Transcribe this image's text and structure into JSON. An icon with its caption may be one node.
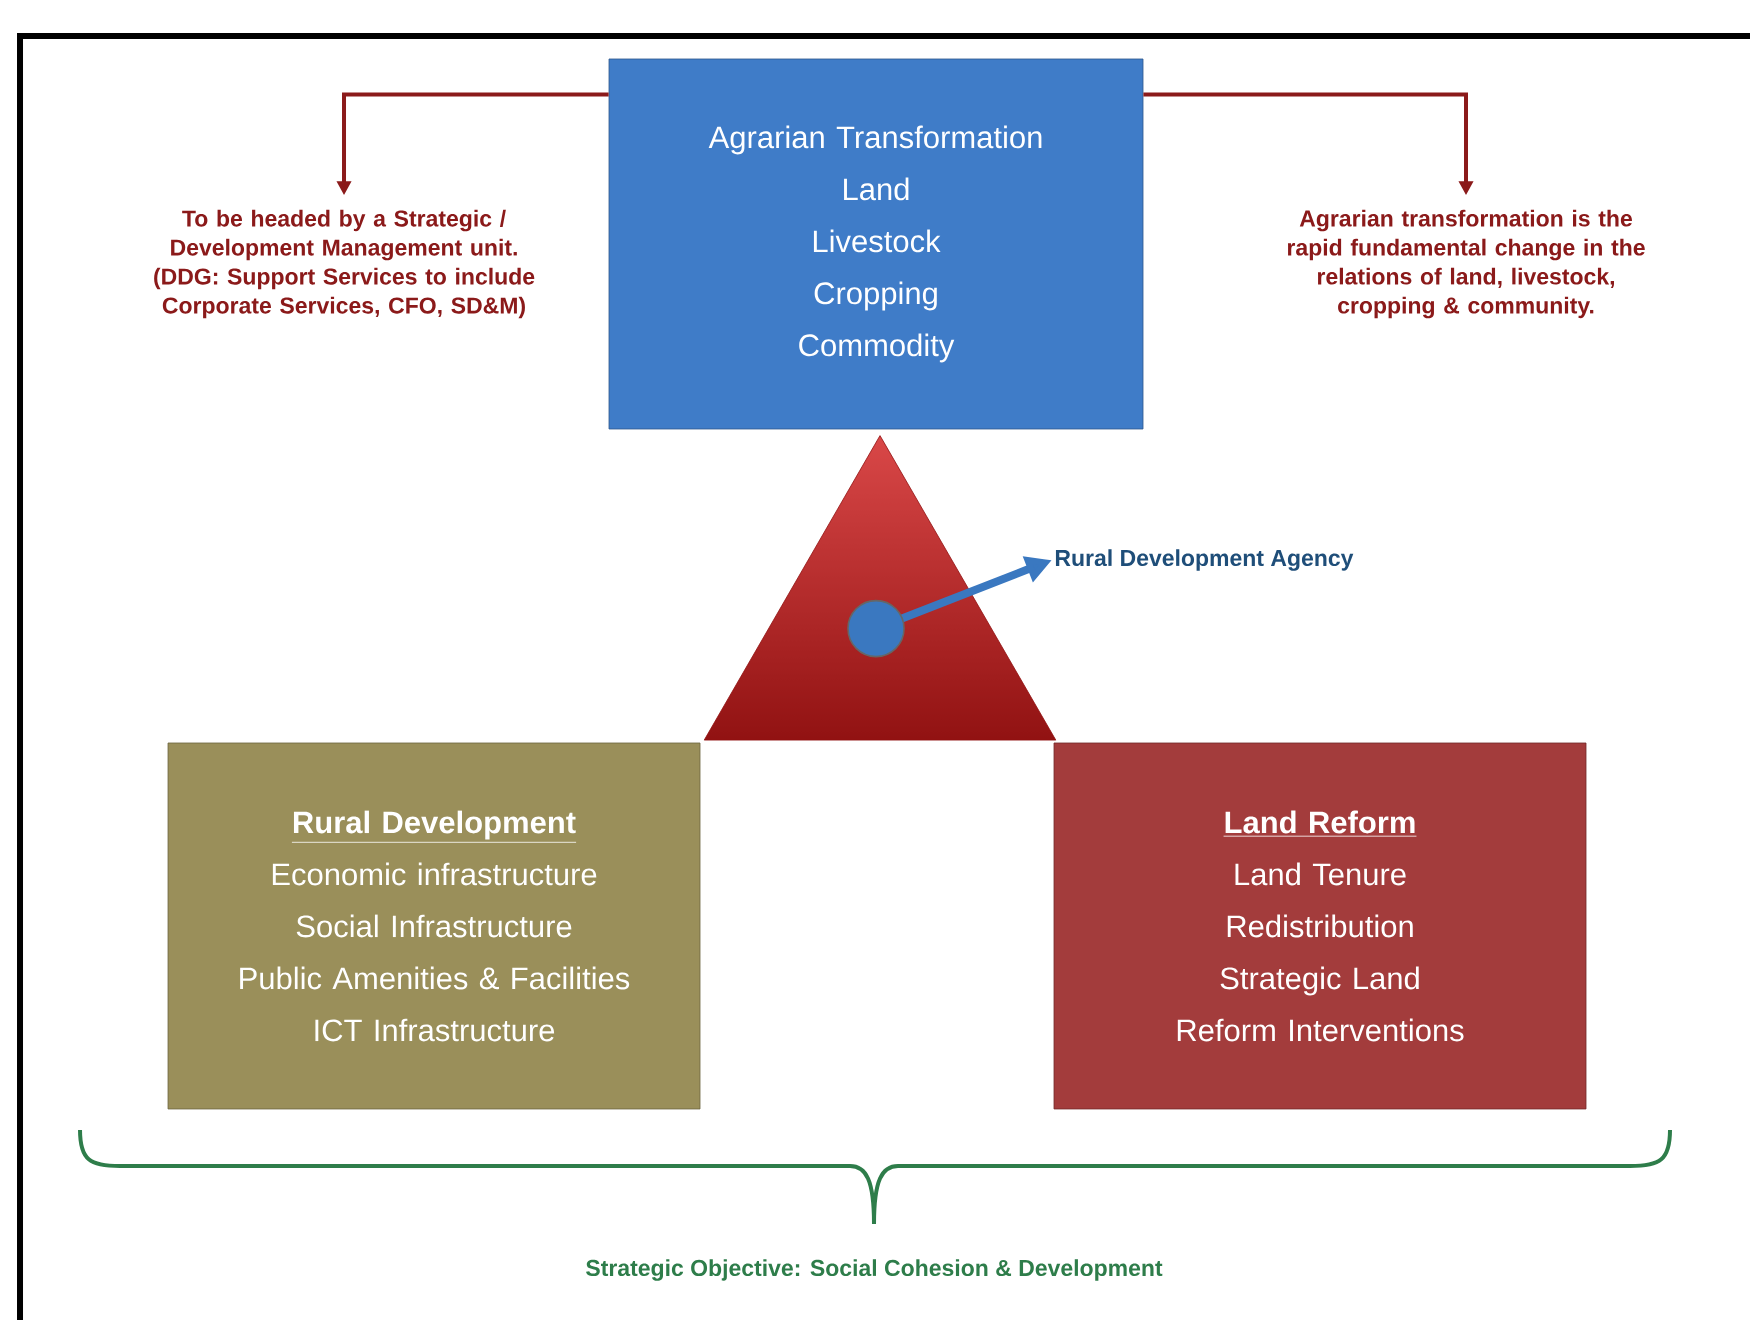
{
  "diagram": {
    "nodes": [
      {
        "text": [
          "Agrarian Transformation",
          "Land",
          "Livestock",
          "Cropping",
          "Commodity"
        ]
      },
      {
        "text": [
          "To be headed by a Strategic / Development Management unit. (DDG: Support Services to include Corporate Services, CFO, SD&M)"
        ]
      },
      {
        "text": [
          "Agrarian transformation is the rapid fundamental change in the relations of land, livestock, cropping & community."
        ]
      },
      {
        "text": [],
        "shape": "triangle"
      },
      {
        "text": [
          "Rural Development Agency"
        ]
      },
      {
        "text": [
          "Rural Development",
          "Economic infrastructure",
          "Social Infrastructure",
          "Public Amenities & Facilities",
          "ICT Infrastructure"
        ]
      },
      {
        "text": [
          "Land Reform",
          "Land Tenure",
          "Redistribution",
          "Strategic Land Reform Interventions"
        ]
      }
    ],
    "edges": [
      {
        "from": 0,
        "to": 1,
        "arrow": "to"
      },
      {
        "from": 0,
        "to": 2,
        "arrow": "to"
      },
      {
        "from": 3,
        "to": 4,
        "arrow": "to",
        "style": "thick",
        "color": "#3a78c0"
      }
    ],
    "labels": [
      "Strategic Objective: Social Cohesion & Development"
    ]
  }
}
